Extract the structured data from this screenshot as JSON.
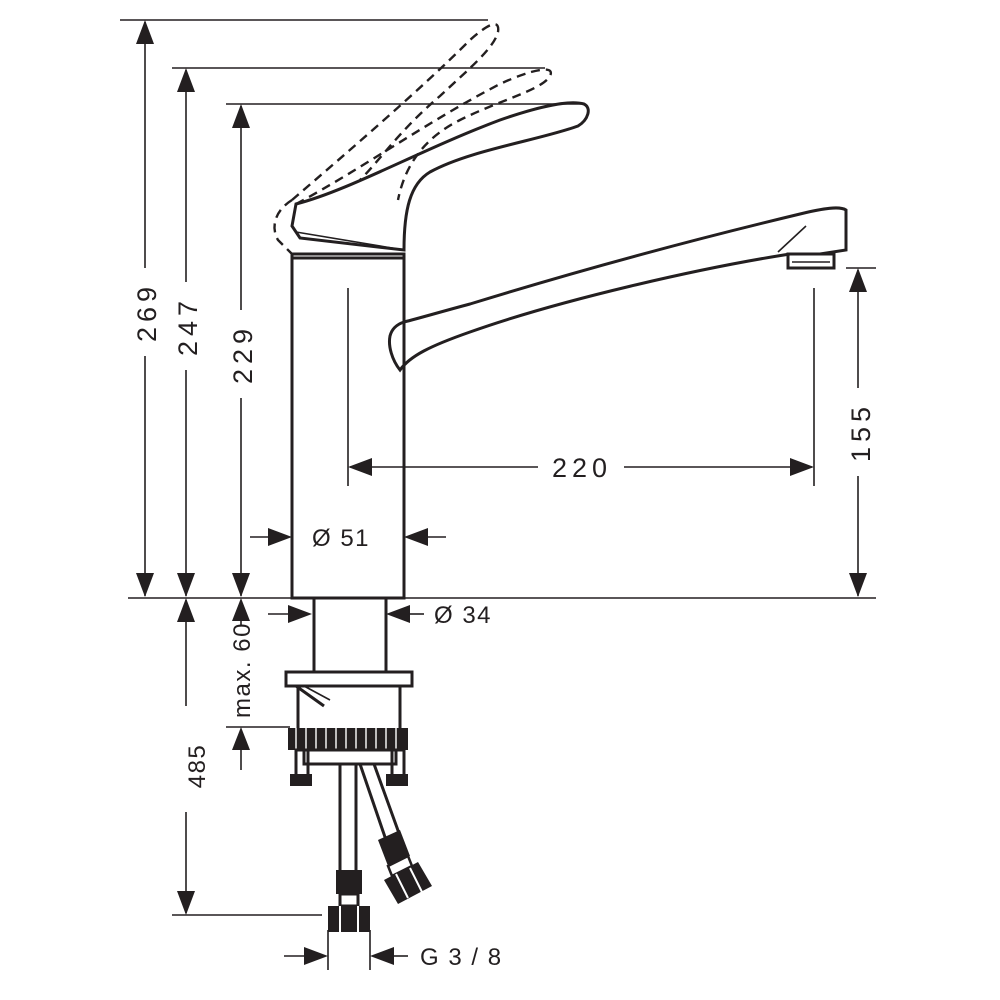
{
  "dimensions": {
    "height_total": "269",
    "height_handle_mid": "247",
    "height_body": "229",
    "spout_reach": "220",
    "spout_height": "155",
    "body_diameter": "Ø 51",
    "shank_diameter": "Ø 34",
    "max_thickness": "max. 60",
    "hose_length": "485",
    "connection": "G 3 / 8"
  },
  "colors": {
    "line": "#231f20",
    "background": "#ffffff"
  }
}
